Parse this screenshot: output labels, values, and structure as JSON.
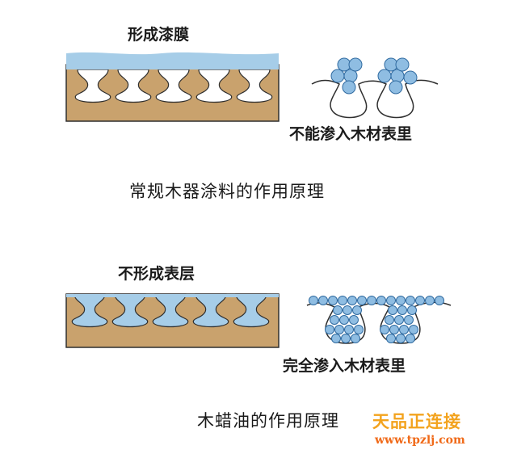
{
  "labels": {
    "top_panel": "形成漆膜",
    "top_detail": "不能渗入木材表里",
    "top_caption": "常规木器涂料的作用原理",
    "bottom_panel": "不形成表层",
    "bottom_detail": "完全渗入木材表里",
    "bottom_caption": "木蜡油的作用原理"
  },
  "watermark": {
    "name": "天品正连接",
    "url": "www.tpzlj.com"
  },
  "colors": {
    "wood": "#c9a26d",
    "coating": "#a6cde8",
    "bead": "#8fbde2",
    "outline": "#2f2f2f"
  }
}
